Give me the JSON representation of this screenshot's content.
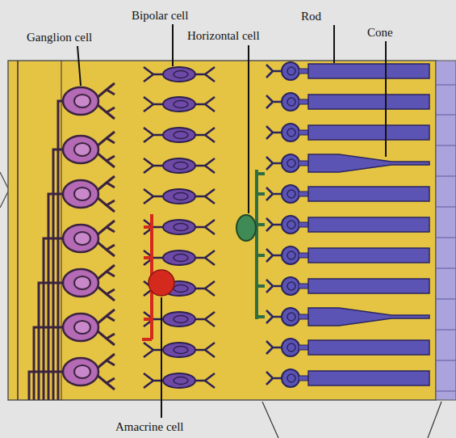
{
  "diagram": {
    "labels": [
      "Ganglion cell",
      "Bipolar cell",
      "Horizontal cell",
      "Rod",
      "Cone",
      "Amacrine cell"
    ]
  }
}
